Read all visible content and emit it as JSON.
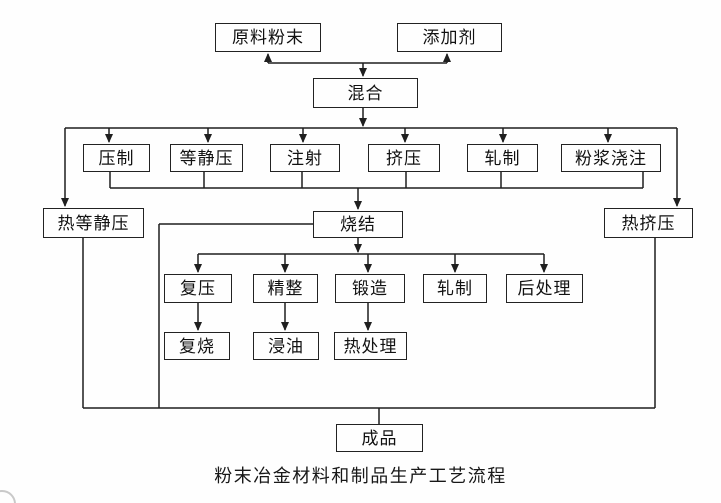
{
  "diagram": {
    "title": "粉末冶金材料和制品生产工艺流程",
    "type": "flowchart",
    "colors": {
      "line": "#1f1f1f",
      "background": "#fefefe",
      "text": "#111111"
    },
    "nodes": {
      "raw_powder": {
        "label": "原料粉末"
      },
      "additive": {
        "label": "添加剂"
      },
      "mixing": {
        "label": "混合"
      },
      "pressing": {
        "label": "压制"
      },
      "isostatic": {
        "label": "等静压"
      },
      "injection": {
        "label": "注射"
      },
      "extrusion": {
        "label": "挤压"
      },
      "rolling": {
        "label": "轧制"
      },
      "slurry_casting": {
        "label": "粉浆浇注"
      },
      "hip": {
        "label": "热等静压"
      },
      "sintering": {
        "label": "烧结"
      },
      "hot_extrusion": {
        "label": "热挤压"
      },
      "repressing": {
        "label": "复压"
      },
      "sizing": {
        "label": "精整"
      },
      "forging": {
        "label": "锻造"
      },
      "rolling2": {
        "label": "轧制"
      },
      "post_treatment": {
        "label": "后处理"
      },
      "resintering": {
        "label": "复烧"
      },
      "oil_impregnation": {
        "label": "浸油"
      },
      "heat_treatment": {
        "label": "热处理"
      },
      "finished_product": {
        "label": "成品"
      }
    },
    "edges": [
      {
        "from": "junction",
        "to": "raw_powder"
      },
      {
        "from": "junction",
        "to": "additive"
      },
      {
        "from": "junction",
        "to": "mixing"
      },
      {
        "from": "mixing",
        "to": "pressing"
      },
      {
        "from": "mixing",
        "to": "isostatic"
      },
      {
        "from": "mixing",
        "to": "injection"
      },
      {
        "from": "mixing",
        "to": "extrusion"
      },
      {
        "from": "mixing",
        "to": "rolling"
      },
      {
        "from": "mixing",
        "to": "slurry_casting"
      },
      {
        "from": "mixing",
        "to": "hip"
      },
      {
        "from": "mixing",
        "to": "hot_extrusion"
      },
      {
        "from": "pressing",
        "to": "sintering"
      },
      {
        "from": "isostatic",
        "to": "sintering"
      },
      {
        "from": "injection",
        "to": "sintering"
      },
      {
        "from": "extrusion",
        "to": "sintering"
      },
      {
        "from": "rolling",
        "to": "sintering"
      },
      {
        "from": "slurry_casting",
        "to": "sintering"
      },
      {
        "from": "sintering",
        "to": "repressing"
      },
      {
        "from": "sintering",
        "to": "sizing"
      },
      {
        "from": "sintering",
        "to": "forging"
      },
      {
        "from": "sintering",
        "to": "rolling2"
      },
      {
        "from": "sintering",
        "to": "post_treatment"
      },
      {
        "from": "repressing",
        "to": "resintering"
      },
      {
        "from": "sizing",
        "to": "oil_impregnation"
      },
      {
        "from": "forging",
        "to": "heat_treatment"
      },
      {
        "from": "hip",
        "to": "finished_product"
      },
      {
        "from": "sintering",
        "to": "finished_product"
      },
      {
        "from": "hot_extrusion",
        "to": "finished_product"
      }
    ]
  }
}
